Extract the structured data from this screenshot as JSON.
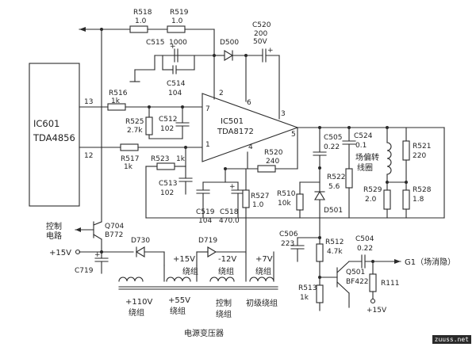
{
  "ic601": {
    "name": "IC601",
    "part": "TDA4856",
    "pin13": "13",
    "pin12": "12"
  },
  "ic501": {
    "name": "IC501",
    "part": "TDA8172",
    "pin7": "7",
    "pin1": "1",
    "pin2": "2",
    "pin6": "6",
    "pin3": "3",
    "pin4": "4",
    "pin5": "5"
  },
  "r518": {
    "ref": "R518",
    "val": "1.0"
  },
  "r519": {
    "ref": "R519",
    "val": "1.0"
  },
  "c520": {
    "ref": "C520",
    "val": "200",
    "volt": "50V"
  },
  "c515": {
    "ref": "C515",
    "val": "1000"
  },
  "d500": {
    "ref": "D500"
  },
  "c514": {
    "ref": "C514",
    "val": "104"
  },
  "r516": {
    "ref": "R516",
    "val": "1k"
  },
  "r525": {
    "ref": "R525",
    "val": "2.7k"
  },
  "c512": {
    "ref": "C512",
    "val": "102"
  },
  "r517": {
    "ref": "R517",
    "val": "1k"
  },
  "r523": {
    "ref": "R523",
    "val": "1k"
  },
  "c513": {
    "ref": "C513",
    "val": "102"
  },
  "r520": {
    "ref": "R520",
    "val": "240"
  },
  "c519": {
    "ref": "C519",
    "val": "104"
  },
  "c518": {
    "ref": "C518",
    "val": "470.0"
  },
  "r527": {
    "ref": "R527",
    "val": "1.0"
  },
  "c505": {
    "ref": "C505",
    "val": "0.22"
  },
  "c524": {
    "ref": "C524",
    "val": "0.1"
  },
  "yoke": {
    "line1": "场偏转",
    "line2": "线圈"
  },
  "r521": {
    "ref": "R521",
    "val": "220"
  },
  "r522": {
    "ref": "R522",
    "val": "5.6"
  },
  "r510": {
    "ref": "R510",
    "val": "10k"
  },
  "d501": {
    "ref": "D501"
  },
  "r529": {
    "ref": "R529",
    "val": "2.0"
  },
  "r528": {
    "ref": "R528",
    "val": "1.8"
  },
  "q704": {
    "ref": "Q704",
    "part": "B772"
  },
  "control": {
    "line1": "控制",
    "line2": "电路"
  },
  "d730": {
    "ref": "D730"
  },
  "d719": {
    "ref": "D719"
  },
  "plus15v": "+15V",
  "c719": {
    "ref": "C719"
  },
  "c506": {
    "ref": "C506",
    "val": "223"
  },
  "r512": {
    "ref": "R512",
    "val": "4.7k"
  },
  "c504": {
    "ref": "C504",
    "val": "0.22"
  },
  "g1": "G1（场消隐）",
  "q501": {
    "ref": "Q501",
    "part": "BF422"
  },
  "r111": {
    "ref": "R111"
  },
  "r513": {
    "ref": "R513",
    "val": "1k"
  },
  "plus15v_bottom": "+15V",
  "windings": {
    "w15": "+15V",
    "w15b": "绕组",
    "wm12": "-12V",
    "wm12b": "绕组",
    "w7": "+7V",
    "w7b": "绕组",
    "w110": "+110V",
    "w110b": "绕组",
    "w55": "+55V",
    "w55b": "绕组",
    "wctrl": "控制",
    "wctrlb": "绕组",
    "wpri": "初级绕组"
  },
  "transformer": "电源变压器",
  "watermark": "zuuss.net"
}
